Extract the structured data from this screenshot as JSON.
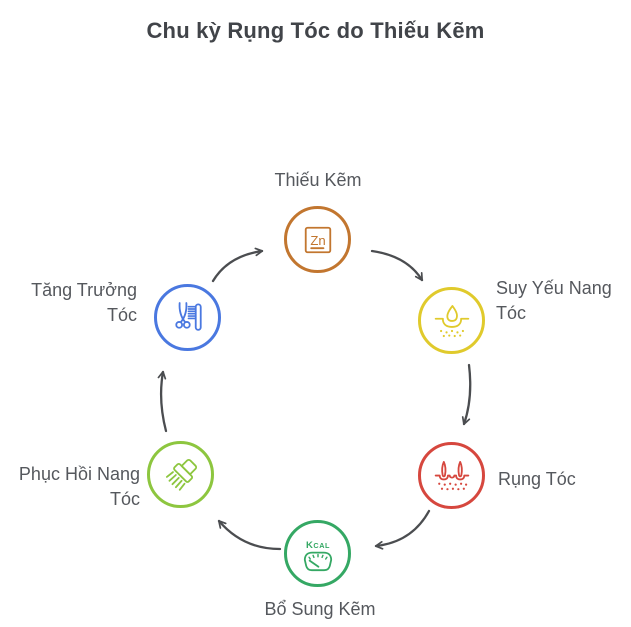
{
  "title": "Chu kỳ Rụng Tóc do Thiếu Kẽm",
  "theme": {
    "title_color": "#414449",
    "label_color": "#55585d",
    "arrow_color": "#4b4d50"
  },
  "nodes": [
    {
      "id": "thieu-kem",
      "label": "Thiếu Kẽm",
      "icon": "zinc-element-icon",
      "color": "#c2762f"
    },
    {
      "id": "suy-yeu-nang-toc",
      "label": "Suy Yếu Nang Tóc",
      "icon": "weak-follicle-droplet-icon",
      "color": "#e0ca2c"
    },
    {
      "id": "rung-toc",
      "label": "Rụng Tóc",
      "icon": "hair-loss-follicle-icon",
      "color": "#d6473e"
    },
    {
      "id": "bo-sung-kem",
      "label": "Bổ Sung Kẽm",
      "icon": "kcal-scale-icon",
      "color": "#35a864"
    },
    {
      "id": "phuc-hoi-nang-toc",
      "label": "Phục Hồi Nang Tóc",
      "icon": "brush-icon",
      "color": "#8dc63f"
    },
    {
      "id": "tang-truong-toc",
      "label": "Tăng Trưởng Tóc",
      "icon": "scissors-comb-icon",
      "color": "#4a78e0"
    }
  ],
  "icon_texts": {
    "zinc_symbol": "Zn",
    "kcal_initial": "K",
    "kcal_rest": "CAL"
  },
  "cycle_edges": [
    {
      "from": "Thiếu Kẽm",
      "to": "Suy Yếu Nang Tóc"
    },
    {
      "from": "Suy Yếu Nang Tóc",
      "to": "Rụng Tóc"
    },
    {
      "from": "Rụng Tóc",
      "to": "Bổ Sung Kẽm"
    },
    {
      "from": "Bổ Sung Kẽm",
      "to": "Phục Hồi Nang Tóc"
    },
    {
      "from": "Phục Hồi Nang Tóc",
      "to": "Tăng Trưởng Tóc"
    },
    {
      "from": "Tăng Trưởng Tóc",
      "to": "Thiếu Kẽm"
    }
  ]
}
